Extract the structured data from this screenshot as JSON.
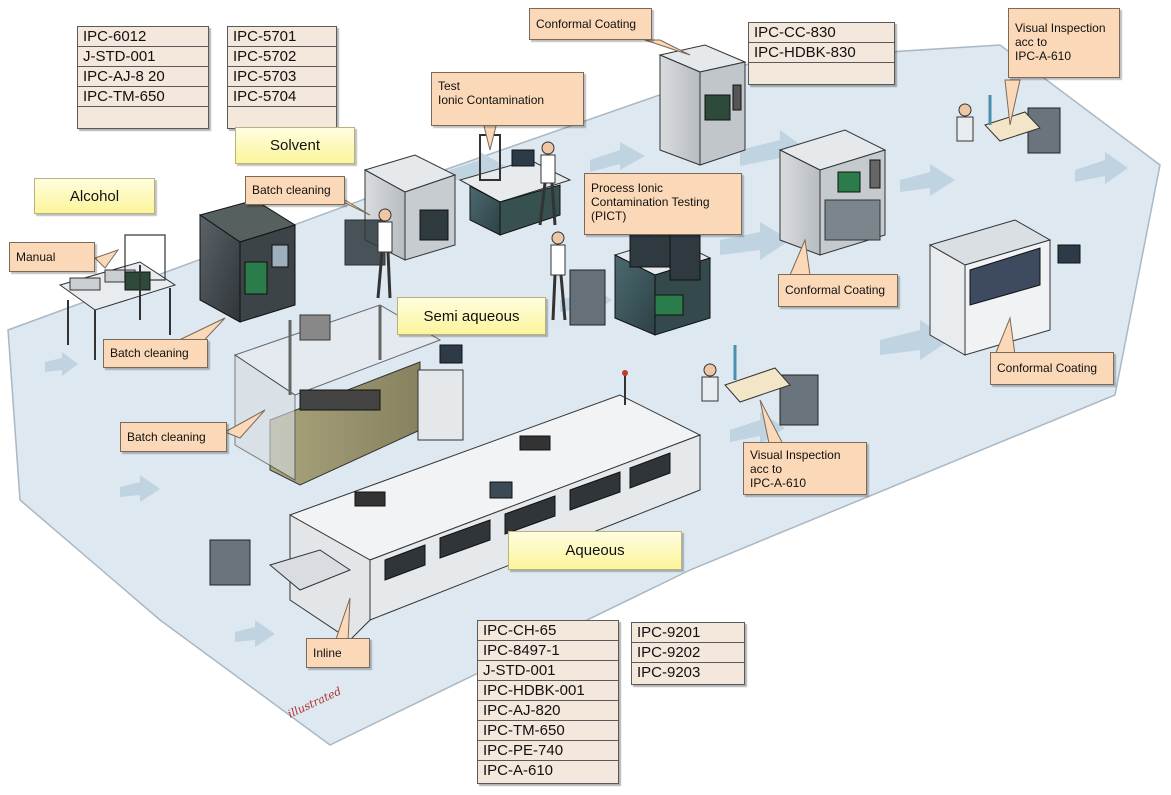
{
  "standard_boxes": {
    "general": [
      "IPC-6012",
      "J-STD-001",
      "IPC-AJ-8 20",
      "IPC-TM-650",
      ""
    ],
    "solvent_standards": [
      "IPC-5701",
      "IPC-5702",
      "IPC-5703",
      "IPC-5704",
      ""
    ],
    "coating_standards": [
      "IPC-CC-830",
      "IPC-HDBK-830",
      ""
    ],
    "aqueous_standards": [
      "IPC-CH-65",
      "IPC-8497-1",
      "J-STD-001",
      "IPC-HDBK-001",
      "IPC-AJ-820",
      "IPC-TM-650",
      "IPC-PE-740",
      "IPC-A-610"
    ],
    "pict_standards": [
      "IPC-9201",
      "IPC-9202",
      "IPC-9203"
    ]
  },
  "category_labels": {
    "alcohol": "Alcohol",
    "solvent": "Solvent",
    "semi_aqueous": "Semi aqueous",
    "aqueous": "Aqueous"
  },
  "callouts": {
    "manual": "Manual",
    "batch_cleaning_1": "Batch cleaning",
    "batch_cleaning_2": "Batch cleaning",
    "batch_cleaning_3": "Batch cleaning",
    "test_ionic": "Test\nIonic Contamination",
    "pict": "Process Ionic\nContamination Testing\n(PICT)",
    "conformal_coating_1": "Conformal Coating",
    "conformal_coating_2": "Conformal Coating",
    "conformal_coating_3": "Conformal Coating",
    "visual_inspection_1": "Visual Inspection\nacc to\nIPC-A-610",
    "visual_inspection_2": "Visual Inspection\nacc to\nIPC-A-610",
    "inline": "Inline"
  },
  "colors": {
    "floor": "#dde8f0",
    "floor_arrow": "#bcd0de",
    "callout_fill": "#fbd9b8",
    "label_fill": "#fbf59a",
    "std_fill": "#f4e7dc"
  }
}
